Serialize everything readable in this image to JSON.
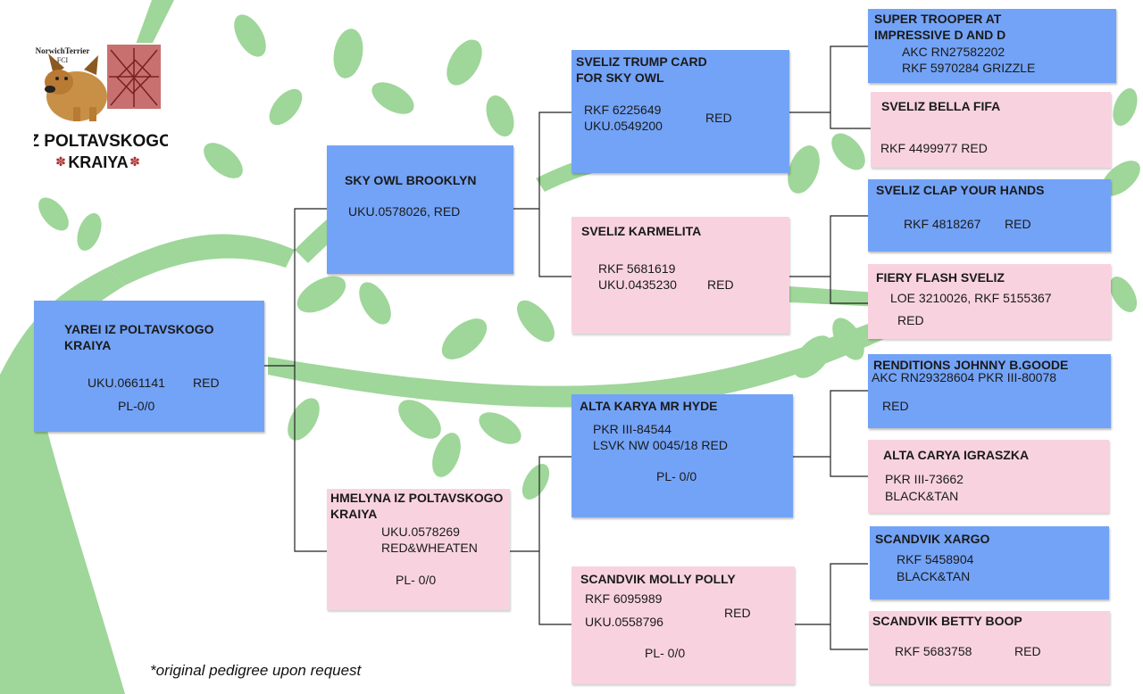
{
  "logo": {
    "breed_line1": "NorwichTerrier",
    "breed_line2": "FCI",
    "kennel_line1": "IZ POLTAVSKOGO",
    "kennel_line2": "KRAIYA"
  },
  "colors": {
    "male": "#73a3f7",
    "female": "#f8d3df",
    "tree": "#9fd69a",
    "line": "#222222"
  },
  "pedigree": {
    "subject": {
      "name1": "YAREI IZ POLTAVSKOGO",
      "name2": "KRAIYA",
      "reg": "UKU.0661141",
      "color": "RED",
      "pl": "PL-0/0"
    },
    "sire": {
      "name": "SKY OWL BROOKLYN",
      "reg": "UKU.0578026, RED"
    },
    "dam": {
      "name1": "HMELYNA IZ POLTAVSKOGO",
      "name2": "KRAIYA",
      "reg": "UKU.0578269",
      "color": "RED&WHEATEN",
      "pl": "PL- 0/0"
    },
    "ss": {
      "name1": "SVELIZ TRUMP CARD",
      "name2": "FOR SKY OWL",
      "reg1": "RKF 6225649",
      "reg2": "UKU.0549200",
      "color": "RED"
    },
    "sd": {
      "name": "SVELIZ KARMELITA",
      "reg1": "RKF 5681619",
      "reg2": "UKU.0435230",
      "color": "RED"
    },
    "ds": {
      "name": "ALTA KARYA MR HYDE",
      "reg1": "PKR III-84544",
      "reg2": "LSVK NW 0045/18 RED",
      "pl": "PL- 0/0"
    },
    "dd": {
      "name": "SCANDVIK MOLLY POLLY",
      "reg1": "RKF 6095989",
      "reg2": "UKU.0558796",
      "color": "RED",
      "pl": "PL- 0/0"
    },
    "sss": {
      "name1": "SUPER TROOPER AT",
      "name2": "IMPRESSIVE D AND D",
      "reg1": "AKC RN27582202",
      "reg2": "RKF 5970284   GRIZZLE"
    },
    "ssd": {
      "name": "SVELIZ BELLA FIFA",
      "reg": "RKF 4499977 RED"
    },
    "sds": {
      "name": "SVELIZ CLAP YOUR HANDS",
      "reg": "RKF 4818267",
      "color": "RED"
    },
    "sdd": {
      "name": "FIERY FLASH SVELIZ",
      "reg": "LOE 3210026, RKF 5155367",
      "color": "RED"
    },
    "dss": {
      "name": "RENDITIONS JOHNNY B.GOODE",
      "reg": "AKC RN29328604  PKR III-80078",
      "color": "RED"
    },
    "dsd": {
      "name": "ALTA CARYA IGRASZKA",
      "reg": "PKR III-73662",
      "color": "BLACK&TAN"
    },
    "dds": {
      "name": "SCANDVIK XARGO",
      "reg": "RKF 5458904",
      "color": "BLACK&TAN"
    },
    "ddd": {
      "name": "SCANDVIK BETTY BOOP",
      "reg": "RKF 5683758",
      "color": "RED"
    }
  },
  "footnote": "*original pedigree upon request"
}
